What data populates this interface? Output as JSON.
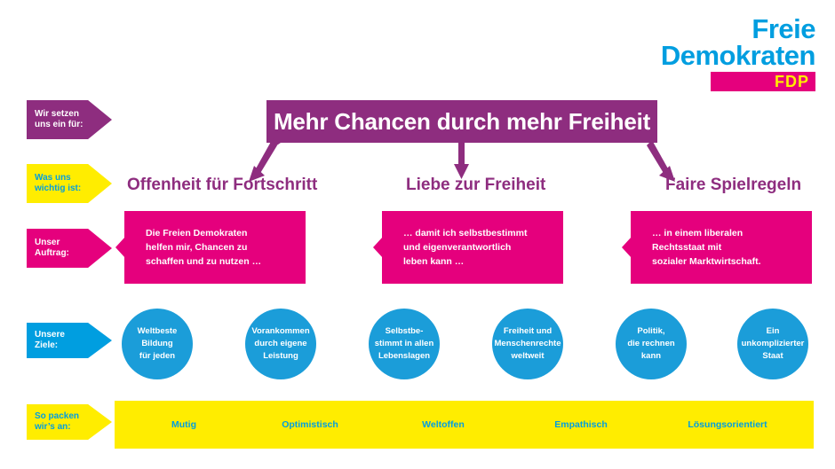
{
  "logo": {
    "line1": "Freie",
    "line2": "Demokraten",
    "abbrev": "FDP",
    "colors": {
      "blue": "#009ee0",
      "magenta": "#e5007d",
      "yellow": "#ffed00"
    }
  },
  "banner": {
    "title": "Mehr Chancen durch mehr Freiheit",
    "color": "#8e2d7f"
  },
  "row_tags": [
    {
      "line1": "Wir setzen",
      "line2": "uns ein für:",
      "bg": "#8e2d7f",
      "fg": "#ffffff"
    },
    {
      "line1": "Was uns",
      "line2": "wichtig ist:",
      "bg": "#ffed00",
      "fg": "#009ee0"
    },
    {
      "line1": "Unser",
      "line2": "Auftrag:",
      "bg": "#e5007d",
      "fg": "#ffffff"
    },
    {
      "line1": "Unsere",
      "line2": "Ziele:",
      "bg": "#009ee0",
      "fg": "#ffffff"
    },
    {
      "line1": "So packen",
      "line2": "wir’s an:",
      "bg": "#ffed00",
      "fg": "#009ee0"
    }
  ],
  "columns": [
    {
      "heading": "Offenheit für Fortschritt",
      "mission": [
        "Die Freien Demokraten",
        "helfen mir, Chancen zu",
        "schaffen und zu nutzen …"
      ],
      "goals": [
        [
          "Weltbeste",
          "Bildung",
          "für jeden"
        ],
        [
          "Vorankommen",
          "durch eigene",
          "Leistung"
        ]
      ]
    },
    {
      "heading": "Liebe zur Freiheit",
      "mission": [
        "… damit ich selbstbestimmt",
        "und eigenverantwortlich",
        "leben kann …"
      ],
      "goals": [
        [
          "Selbstbe-",
          "stimmt in allen",
          "Lebenslagen"
        ],
        [
          "Freiheit und",
          "Menschenrechte",
          "weltweit"
        ]
      ]
    },
    {
      "heading": "Faire Spielregeln",
      "mission": [
        "… in einem liberalen",
        "Rechtsstaat mit",
        "sozialer Marktwirtschaft."
      ],
      "goals": [
        [
          "Politik,",
          "die rechnen",
          "kann"
        ],
        [
          "Ein",
          "unkomplizierter",
          "Staat"
        ]
      ]
    }
  ],
  "values_bar": {
    "bg": "#ffed00",
    "fg": "#009ee0",
    "items": [
      "Mutig",
      "Optimistisch",
      "Weltoffen",
      "Empathisch",
      "Lösungsorientiert"
    ]
  }
}
